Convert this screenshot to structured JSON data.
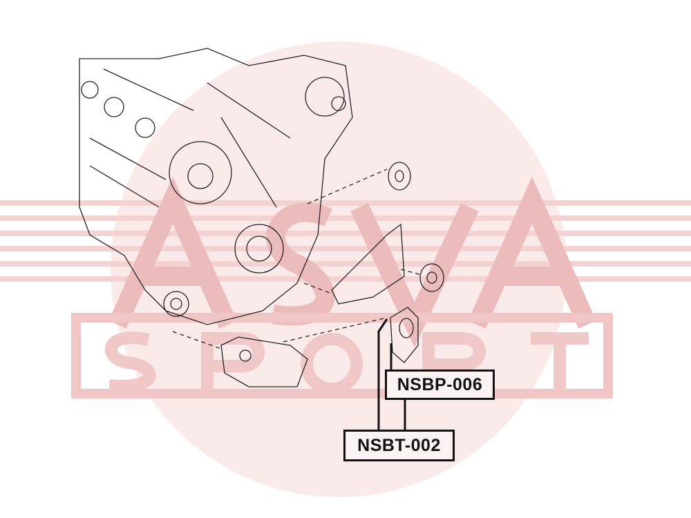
{
  "watermark": {
    "logo_text": "ASVA",
    "logo_subtext": "SPORT",
    "color": "#e8b4b4"
  },
  "parts": [
    {
      "part_number": "NSBP-006"
    },
    {
      "part_number": "NSBT-002"
    }
  ],
  "colors": {
    "line": "#111111",
    "background": "#ffffff"
  }
}
